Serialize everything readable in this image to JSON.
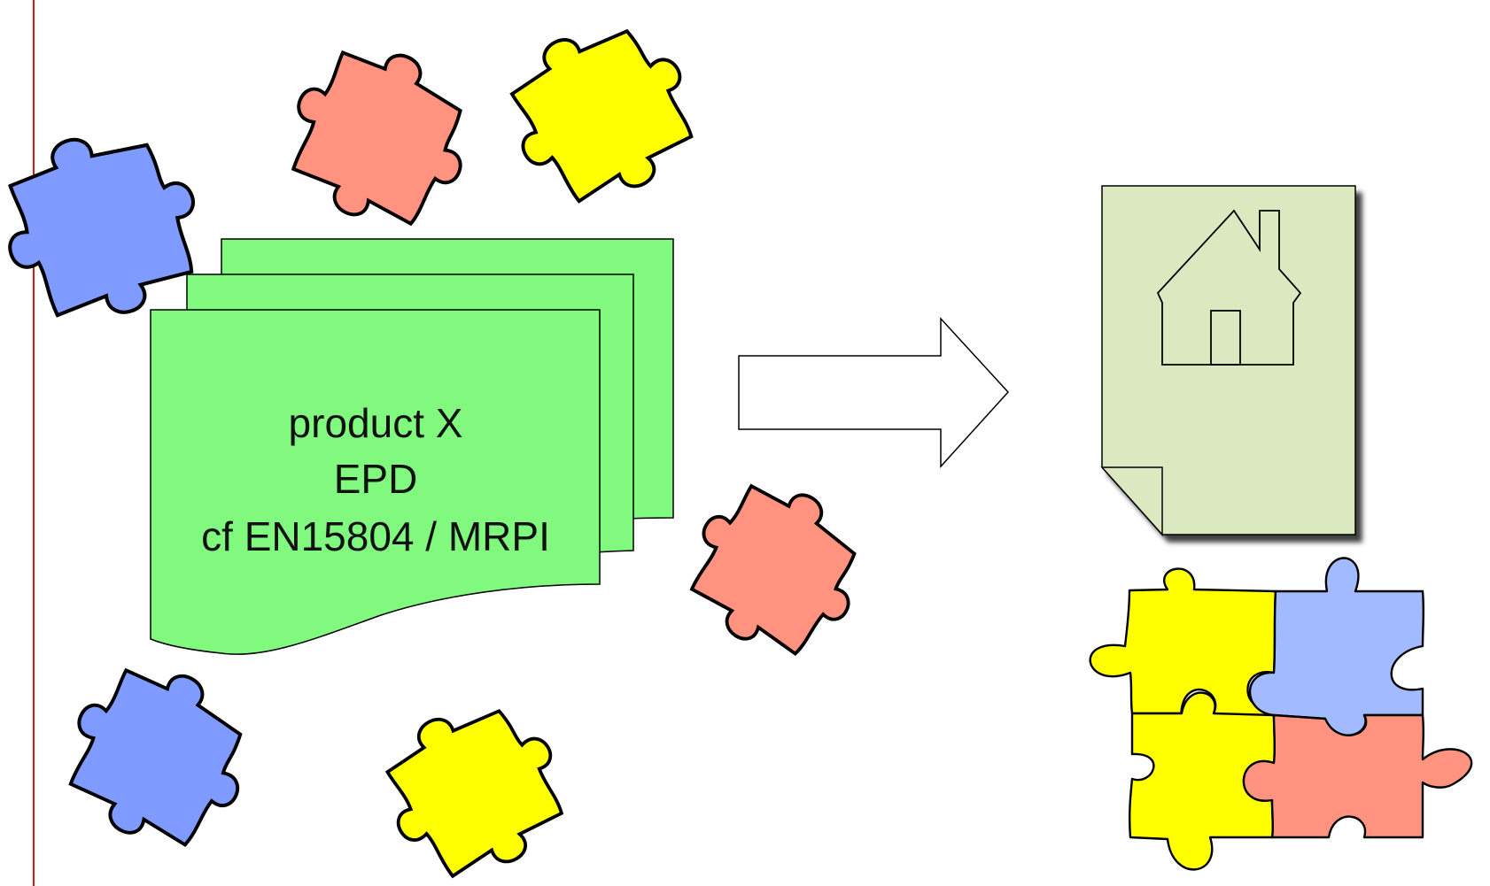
{
  "epd_card": {
    "line1": "product X",
    "line2": "EPD",
    "line3": "cf EN15804 / MRPI"
  },
  "colors": {
    "margin_line": "#d01b1b",
    "card_fill": "#80f97e",
    "document_fill": "#dce9c0",
    "piece_blue": "#7f9bff",
    "piece_blue_light": "#a2baff",
    "piece_salmon": "#ff9380",
    "piece_yellow": "#ffff00",
    "outline": "#000000"
  },
  "icons": {
    "arrow": "right-arrow-icon",
    "house": "house-icon",
    "piece": "puzzle-piece-icon"
  }
}
